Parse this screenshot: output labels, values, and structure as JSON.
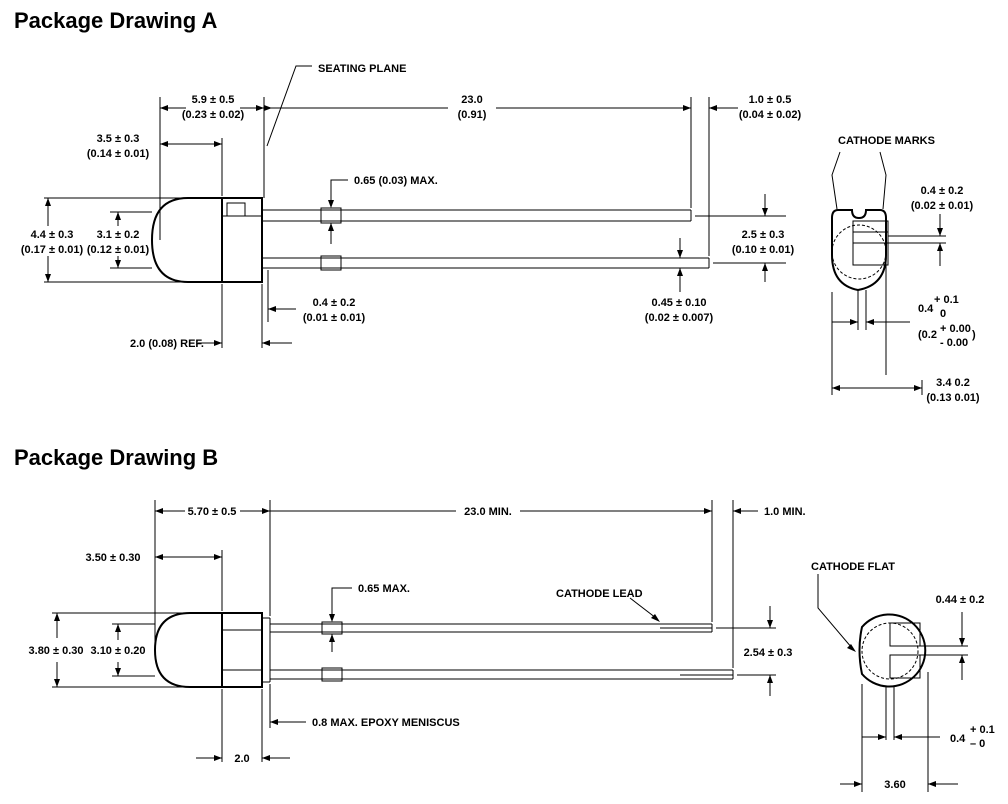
{
  "titles": {
    "a": "Package Drawing A",
    "b": "Package Drawing B"
  },
  "drawing_a": {
    "seating_plane": "SEATING PLANE",
    "dim_5_9_top": "5.9 ± 0.5",
    "dim_5_9_bot": "(0.23 ± 0.02)",
    "dim_23_top": "23.0",
    "dim_23_bot": "(0.91)",
    "dim_1_0_top": "1.0 ± 0.5",
    "dim_1_0_bot": "(0.04 ± 0.02)",
    "dim_3_5_top": "3.5 ± 0.3",
    "dim_3_5_bot": "(0.14 ± 0.01)",
    "dim_065": "0.65 (0.03) MAX.",
    "dim_4_4_top": "4.4 ± 0.3",
    "dim_4_4_bot": "(0.17 ± 0.01)",
    "dim_3_1_top": "3.1 ± 0.2",
    "dim_3_1_bot": "(0.12 ± 0.01)",
    "dim_2_5_top": "2.5 ± 0.3",
    "dim_2_5_bot": "(0.10 ± 0.01)",
    "dim_0_4_top": "0.4 ± 0.2",
    "dim_0_4_bot": "(0.01 ± 0.01)",
    "dim_045_top": "0.45 ± 0.10",
    "dim_045_bot": "(0.02 ± 0.007)",
    "dim_2_0_ref": "2.0 (0.08) REF.",
    "cathode_marks": "CATHODE MARKS",
    "side_0_4_top": "0.4 ± 0.2",
    "side_0_4_bot": "(0.02 ± 0.01)",
    "side_04": "0.4",
    "side_plus01": "+ 0.1",
    "side_zero": "0",
    "side_02_open": "(0.2",
    "side_plus000": "+ 0.00",
    "side_minus000": "- 0.00",
    "side_close": ")",
    "side_3_4_top": "3.4 0.2",
    "side_3_4_bot": "(0.13 0.01)"
  },
  "drawing_b": {
    "dim_5_70": "5.70 ± 0.5",
    "dim_23_min": "23.0 MIN.",
    "dim_1_0_min": "1.0 MIN.",
    "dim_3_50": "3.50 ± 0.30",
    "dim_065_max": "0.65 MAX.",
    "cathode_lead": "CATHODE LEAD",
    "dim_3_80": "3.80 ± 0.30",
    "dim_3_10": "3.10 ± 0.20",
    "dim_2_54": "2.54 ± 0.3",
    "epoxy": "0.8 MAX. EPOXY MENISCUS",
    "dim_2_0": "2.0",
    "cathode_flat": "CATHODE FLAT",
    "side_044": "0.44 ± 0.2",
    "side_04": "0.4",
    "side_plus01": "+ 0.1",
    "side_minus0": "– 0",
    "side_3_60": "3.60"
  }
}
